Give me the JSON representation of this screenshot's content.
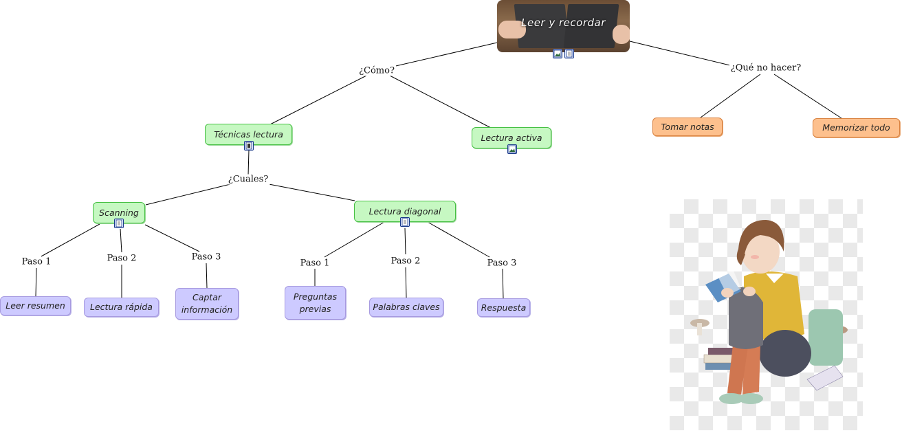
{
  "root": {
    "label": "Leer y recordar"
  },
  "phrases": {
    "como": "¿Cómo?",
    "que_no_hacer": "¿Qué no hacer?",
    "cuales": "¿Cuales?",
    "scan_paso1": "Paso 1",
    "scan_paso2": "Paso 2",
    "scan_paso3": "Paso 3",
    "diag_paso1": "Paso 1",
    "diag_paso2": "Paso 2",
    "diag_paso3": "Paso 3"
  },
  "concepts": {
    "tecnicas": "Técnicas lectura",
    "lectura_activa": "Lectura activa",
    "tomar_notas": "Tomar notas",
    "memorizar": "Memorizar todo",
    "scanning": "Scanning",
    "lectura_diagonal": "Lectura diagonal",
    "leer_resumen": "Leer resumen",
    "lectura_rapida": "Lectura rápida",
    "captar": "Captar información",
    "preguntas": "Preguntas previas",
    "palabras": "Palabras claves",
    "respuesta": "Respuesta"
  },
  "colors": {
    "green_fill": "#c6f8c2",
    "purple_fill": "#cdcaff",
    "orange_fill": "#fdc08d"
  },
  "icons": [
    "image-icon",
    "document-icon",
    "video-icon"
  ]
}
